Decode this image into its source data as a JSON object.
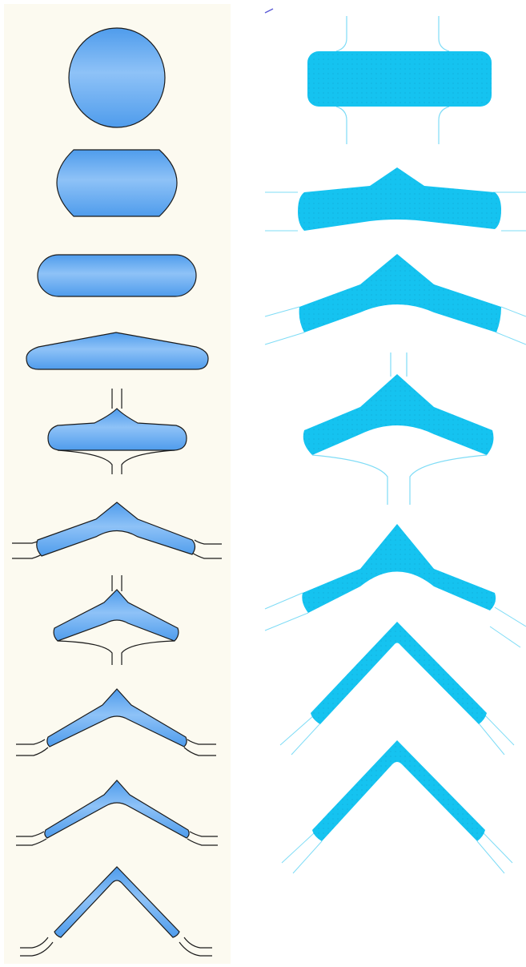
{
  "colors": {
    "panel_background": "#fcfaf0",
    "left_fill_light": "#8ec2f7",
    "left_fill_dark": "#4f9cec",
    "left_outline": "#1b1b1b",
    "right_fill": "#15c3f0",
    "right_line": "#7fdcf6",
    "marker": "#5b5bd6"
  },
  "left_panel": {
    "description_name": "schematic-forming-stages",
    "stage_count": 10
  },
  "right_panel": {
    "description_name": "simulation-forming-stages",
    "stage_count": 7
  }
}
